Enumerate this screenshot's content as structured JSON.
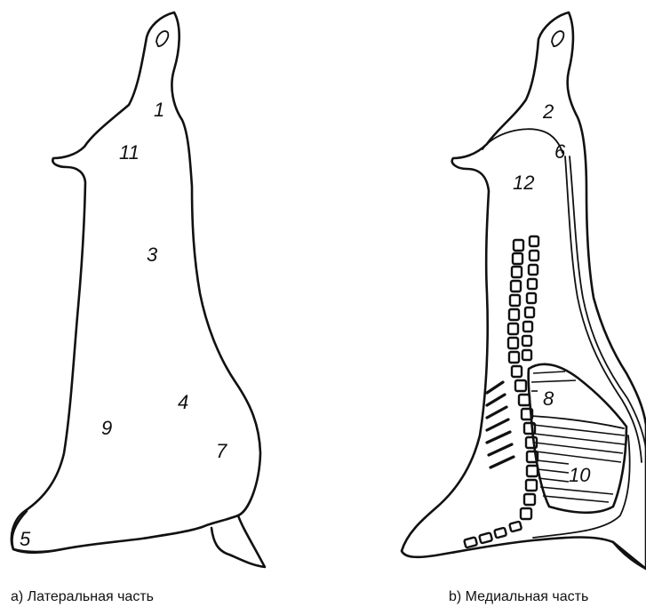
{
  "lateral": {
    "caption": "a)  Латеральная часть",
    "labels": {
      "n1": "1",
      "n11": "11",
      "n3": "3",
      "n4": "4",
      "n9": "9",
      "n7": "7",
      "n5": "5"
    }
  },
  "medial": {
    "caption": "b)  Медиальная часть",
    "labels": {
      "n2": "2",
      "n6": "6",
      "n12": "12",
      "n8": "8",
      "n10": "10"
    }
  }
}
